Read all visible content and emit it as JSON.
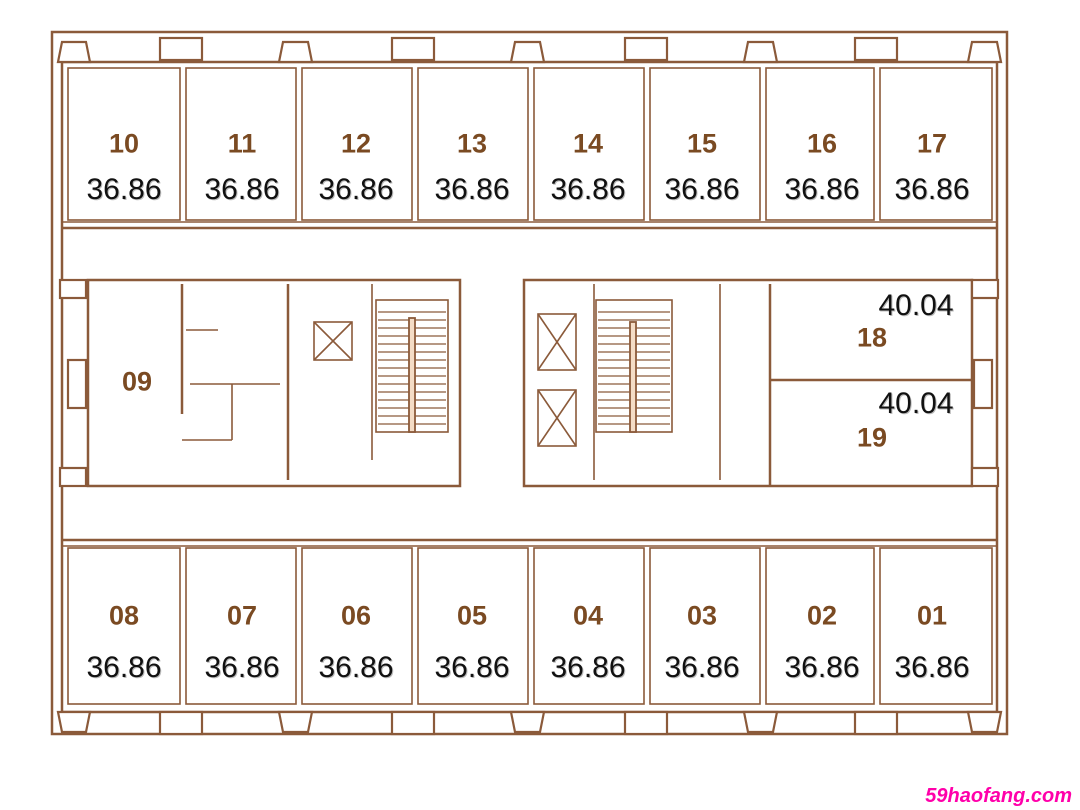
{
  "rooms_top": [
    {
      "num": "10",
      "area": "36.86"
    },
    {
      "num": "11",
      "area": "36.86"
    },
    {
      "num": "12",
      "area": "36.86"
    },
    {
      "num": "13",
      "area": "36.86"
    },
    {
      "num": "14",
      "area": "36.86"
    },
    {
      "num": "15",
      "area": "36.86"
    },
    {
      "num": "16",
      "area": "36.86"
    },
    {
      "num": "17",
      "area": "36.86"
    }
  ],
  "rooms_bottom": [
    {
      "num": "08",
      "area": "36.86"
    },
    {
      "num": "07",
      "area": "36.86"
    },
    {
      "num": "06",
      "area": "36.86"
    },
    {
      "num": "05",
      "area": "36.86"
    },
    {
      "num": "04",
      "area": "36.86"
    },
    {
      "num": "03",
      "area": "36.86"
    },
    {
      "num": "02",
      "area": "36.86"
    },
    {
      "num": "01",
      "area": "36.86"
    }
  ],
  "room_09": {
    "num": "09"
  },
  "room_18": {
    "num": "18",
    "area": "40.04"
  },
  "room_19": {
    "num": "19",
    "area": "40.04"
  },
  "watermark": "59haofang.com"
}
